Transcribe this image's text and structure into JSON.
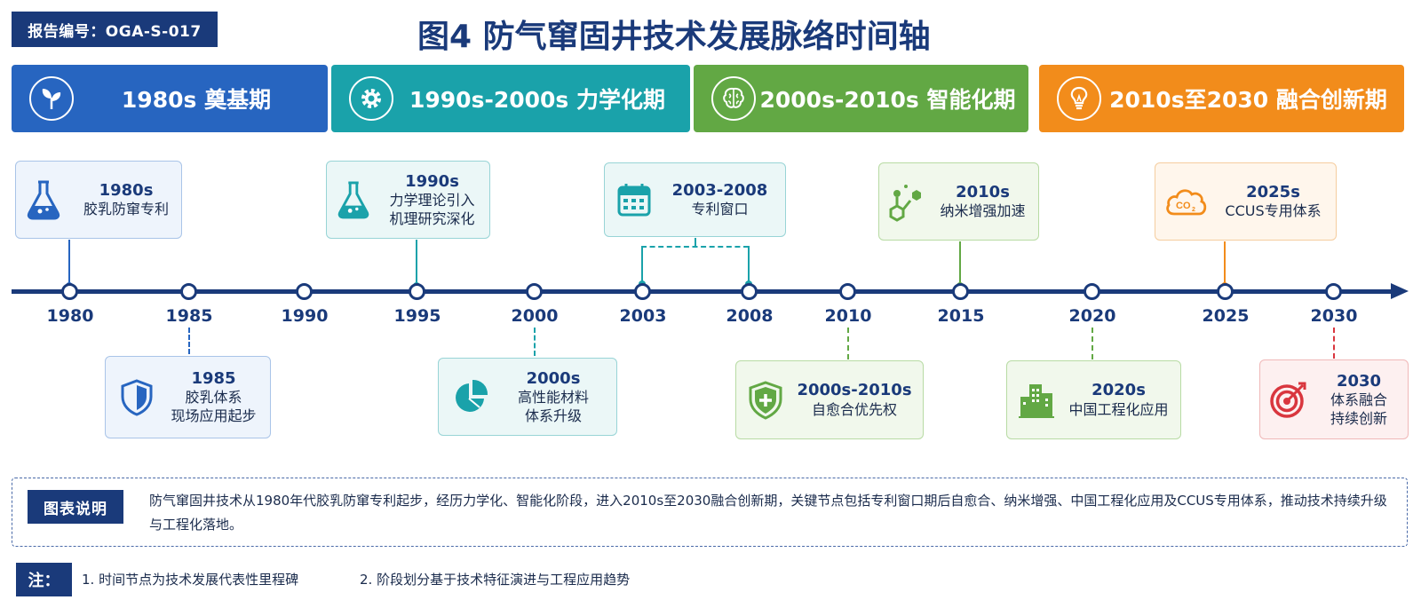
{
  "report_id": "报告编号：OGA-S-017",
  "title": "图4  防气窜固井技术发展脉络时间轴",
  "phases": [
    {
      "label": "1980s 奠基期",
      "icon": "sprout-icon",
      "color": "#2765c0"
    },
    {
      "label": "1990s-2000s 力学化期",
      "icon": "gear-icon",
      "color": "#1aa2aa"
    },
    {
      "label": "2000s-2010s 智能化期",
      "icon": "brain-icon",
      "color": "#62a844"
    },
    {
      "label": "2010s至2030 融合创新期",
      "icon": "lightbulb-icon",
      "color": "#f28c1b"
    }
  ],
  "years": [
    "1980",
    "1985",
    "1990",
    "1995",
    "2000",
    "2003",
    "2008",
    "2010",
    "2015",
    "2020",
    "2025",
    "2030"
  ],
  "top_cards": [
    {
      "title": "1980s",
      "lines": [
        "胶乳防窜专利"
      ],
      "icon": "flask-icon"
    },
    {
      "title": "1990s",
      "lines": [
        "力学理论引入",
        "机理研究深化"
      ],
      "icon": "flask-icon"
    },
    {
      "title": "2003-2008",
      "lines": [
        "专利窗口"
      ],
      "icon": "calendar-icon"
    },
    {
      "title": "2010s",
      "lines": [
        "纳米增强加速"
      ],
      "icon": "molecule-icon"
    },
    {
      "title": "2025s",
      "lines": [
        "CCUS专用体系"
      ],
      "icon": "co2-cloud-icon"
    }
  ],
  "bottom_cards": [
    {
      "title": "1985",
      "lines": [
        "胶乳体系",
        "现场应用起步"
      ],
      "icon": "shield-icon"
    },
    {
      "title": "2000s",
      "lines": [
        "高性能材料",
        "体系升级"
      ],
      "icon": "pie-chart-icon"
    },
    {
      "title": "2000s-2010s",
      "lines": [
        "自愈合优先权"
      ],
      "icon": "shield-plus-icon"
    },
    {
      "title": "2020s",
      "lines": [
        "中国工程化应用"
      ],
      "icon": "buildings-icon"
    },
    {
      "title": "2030",
      "lines": [
        "体系融合",
        "持续创新"
      ],
      "icon": "target-icon"
    }
  ],
  "legend": {
    "tag": "图表说明",
    "text": "防气窜固井技术从1980年代胶乳防窜专利起步，经历力学化、智能化阶段，进入2010s至2030融合创新期，关键节点包括专利窗口期后自愈合、纳米增强、中国工程化应用及CCUS专用体系，推动技术持续升级与工程化落地。"
  },
  "notes": {
    "tag": "注：",
    "items": [
      "1. 时间节点为技术发展代表性里程碑",
      "2. 阶段划分基于技术特征演进与工程应用趋势"
    ]
  }
}
